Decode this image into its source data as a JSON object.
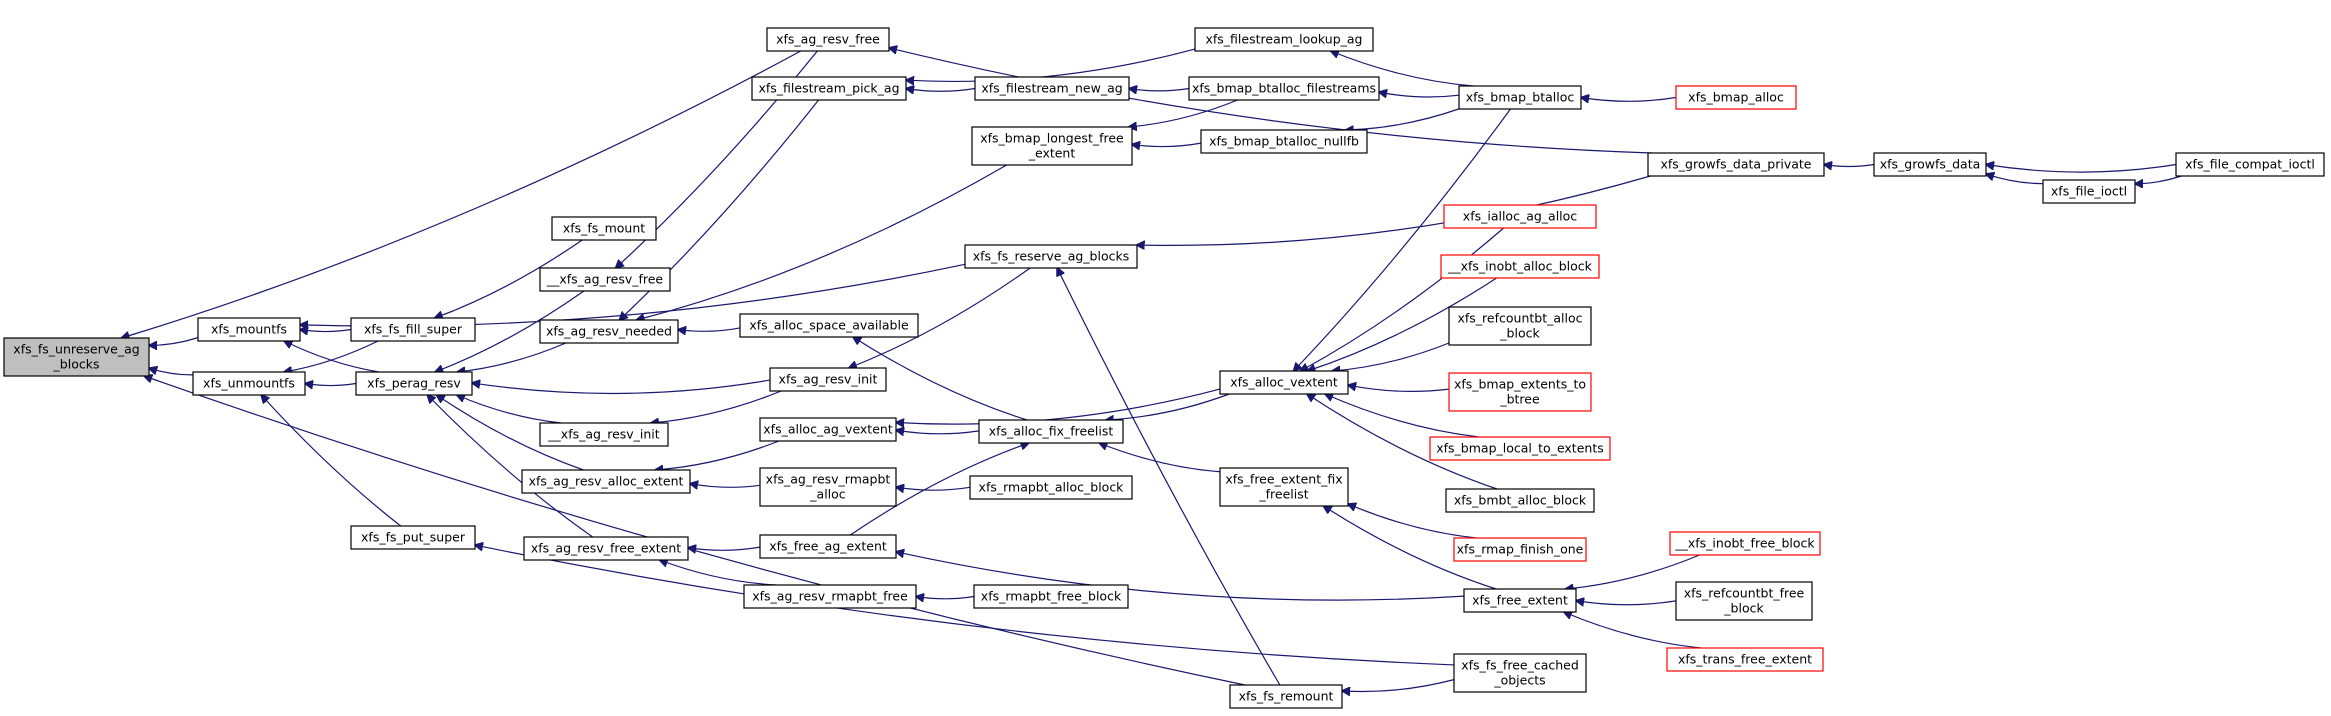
{
  "graph": {
    "edge_color": "#191970",
    "truncated_node_border_color": "#ff0000",
    "focus_node_fill": "#bfbfbf",
    "nodes": [
      {
        "id": "xfs_fs_unreserve_ag_blocks",
        "lines": [
          "xfs_fs_unreserve_ag",
          "_blocks"
        ],
        "focus": true
      },
      {
        "id": "xfs_mountfs",
        "lines": [
          "xfs_mountfs"
        ]
      },
      {
        "id": "xfs_unmountfs",
        "lines": [
          "xfs_unmountfs"
        ]
      },
      {
        "id": "xfs_fs_fill_super",
        "lines": [
          "xfs_fs_fill_super"
        ]
      },
      {
        "id": "xfs_perag_resv",
        "lines": [
          "xfs_perag_resv"
        ]
      },
      {
        "id": "xfs_fs_put_super",
        "lines": [
          "xfs_fs_put_super"
        ]
      },
      {
        "id": "xfs_fs_mount",
        "lines": [
          "xfs_fs_mount"
        ]
      },
      {
        "id": "__xfs_ag_resv_free",
        "lines": [
          "__xfs_ag_resv_free"
        ]
      },
      {
        "id": "xfs_ag_resv_needed",
        "lines": [
          "xfs_ag_resv_needed"
        ]
      },
      {
        "id": "__xfs_ag_resv_init",
        "lines": [
          "__xfs_ag_resv_init"
        ]
      },
      {
        "id": "xfs_ag_resv_alloc_extent",
        "lines": [
          "xfs_ag_resv_alloc_extent"
        ]
      },
      {
        "id": "xfs_ag_resv_free_extent",
        "lines": [
          "xfs_ag_resv_free_extent"
        ]
      },
      {
        "id": "xfs_ag_resv_free",
        "lines": [
          "xfs_ag_resv_free"
        ]
      },
      {
        "id": "xfs_filestream_pick_ag",
        "lines": [
          "xfs_filestream_pick_ag"
        ]
      },
      {
        "id": "xfs_alloc_space_available",
        "lines": [
          "xfs_alloc_space_available"
        ]
      },
      {
        "id": "xfs_ag_resv_init",
        "lines": [
          "xfs_ag_resv_init"
        ]
      },
      {
        "id": "xfs_alloc_ag_vextent",
        "lines": [
          "xfs_alloc_ag_vextent"
        ]
      },
      {
        "id": "xfs_ag_resv_rmapbt_alloc",
        "lines": [
          "xfs_ag_resv_rmapbt",
          "_alloc"
        ]
      },
      {
        "id": "xfs_free_ag_extent",
        "lines": [
          "xfs_free_ag_extent"
        ]
      },
      {
        "id": "xfs_ag_resv_rmapbt_free",
        "lines": [
          "xfs_ag_resv_rmapbt_free"
        ]
      },
      {
        "id": "xfs_fs_remount",
        "lines": [
          "xfs_fs_remount"
        ]
      },
      {
        "id": "xfs_filestream_new_ag",
        "lines": [
          "xfs_filestream_new_ag"
        ]
      },
      {
        "id": "xfs_bmap_longest_free_extent",
        "lines": [
          "xfs_bmap_longest_free",
          "_extent"
        ]
      },
      {
        "id": "xfs_fs_reserve_ag_blocks",
        "lines": [
          "xfs_fs_reserve_ag_blocks"
        ]
      },
      {
        "id": "xfs_alloc_fix_freelist",
        "lines": [
          "xfs_alloc_fix_freelist"
        ]
      },
      {
        "id": "xfs_rmapbt_alloc_block",
        "lines": [
          "xfs_rmapbt_alloc_block"
        ]
      },
      {
        "id": "xfs_rmapbt_free_block",
        "lines": [
          "xfs_rmapbt_free_block"
        ]
      },
      {
        "id": "xfs_filestream_lookup_ag",
        "lines": [
          "xfs_filestream_lookup_ag"
        ]
      },
      {
        "id": "xfs_bmap_btalloc_filestreams",
        "lines": [
          "xfs_bmap_btalloc_filestreams"
        ]
      },
      {
        "id": "xfs_bmap_btalloc_nullfb",
        "lines": [
          "xfs_bmap_btalloc_nullfb"
        ]
      },
      {
        "id": "xfs_alloc_vextent",
        "lines": [
          "xfs_alloc_vextent"
        ]
      },
      {
        "id": "xfs_free_extent_fix_freelist",
        "lines": [
          "xfs_free_extent_fix",
          "_freelist"
        ]
      },
      {
        "id": "xfs_bmap_btalloc",
        "lines": [
          "xfs_bmap_btalloc"
        ]
      },
      {
        "id": "xfs_ialloc_ag_alloc",
        "lines": [
          "xfs_ialloc_ag_alloc"
        ],
        "truncated": true
      },
      {
        "id": "__xfs_inobt_alloc_block",
        "lines": [
          "__xfs_inobt_alloc_block"
        ],
        "truncated": true
      },
      {
        "id": "xfs_refcountbt_alloc_block",
        "lines": [
          "xfs_refcountbt_alloc",
          "_block"
        ]
      },
      {
        "id": "xfs_bmap_extents_to_btree",
        "lines": [
          "xfs_bmap_extents_to",
          "_btree"
        ],
        "truncated": true
      },
      {
        "id": "xfs_bmap_local_to_extents",
        "lines": [
          "xfs_bmap_local_to_extents"
        ],
        "truncated": true
      },
      {
        "id": "xfs_bmbt_alloc_block",
        "lines": [
          "xfs_bmbt_alloc_block"
        ]
      },
      {
        "id": "xfs_rmap_finish_one",
        "lines": [
          "xfs_rmap_finish_one"
        ],
        "truncated": true
      },
      {
        "id": "xfs_free_extent",
        "lines": [
          "xfs_free_extent"
        ]
      },
      {
        "id": "xfs_fs_free_cached_objects",
        "lines": [
          "xfs_fs_free_cached",
          "_objects"
        ]
      },
      {
        "id": "xfs_growfs_data_private",
        "lines": [
          "xfs_growfs_data_private"
        ]
      },
      {
        "id": "xfs_bmap_alloc",
        "lines": [
          "xfs_bmap_alloc"
        ],
        "truncated": true
      },
      {
        "id": "__xfs_inobt_free_block",
        "lines": [
          "__xfs_inobt_free_block"
        ],
        "truncated": true
      },
      {
        "id": "xfs_refcountbt_free_block",
        "lines": [
          "xfs_refcountbt_free",
          "_block"
        ]
      },
      {
        "id": "xfs_trans_free_extent",
        "lines": [
          "xfs_trans_free_extent"
        ],
        "truncated": true
      },
      {
        "id": "xfs_growfs_data",
        "lines": [
          "xfs_growfs_data"
        ]
      },
      {
        "id": "xfs_file_ioctl",
        "lines": [
          "xfs_file_ioctl"
        ]
      },
      {
        "id": "xfs_file_compat_ioctl",
        "lines": [
          "xfs_file_compat_ioctl"
        ]
      }
    ],
    "edges": [
      {
        "from": "xfs_mountfs",
        "to": "xfs_fs_unreserve_ag_blocks"
      },
      {
        "from": "xfs_unmountfs",
        "to": "xfs_fs_unreserve_ag_blocks"
      },
      {
        "from": "xfs_ag_resv_free",
        "to": "xfs_fs_unreserve_ag_blocks"
      },
      {
        "from": "xfs_fs_remount",
        "to": "xfs_fs_unreserve_ag_blocks"
      },
      {
        "from": "xfs_fs_fill_super",
        "to": "xfs_mountfs"
      },
      {
        "from": "xfs_perag_resv",
        "to": "xfs_mountfs"
      },
      {
        "from": "xfs_fs_fill_super",
        "to": "xfs_unmountfs"
      },
      {
        "from": "xfs_perag_resv",
        "to": "xfs_unmountfs"
      },
      {
        "from": "xfs_fs_put_super",
        "to": "xfs_unmountfs"
      },
      {
        "from": "xfs_fs_mount",
        "to": "xfs_fs_fill_super"
      },
      {
        "from": "__xfs_ag_resv_free",
        "to": "xfs_perag_resv"
      },
      {
        "from": "xfs_ag_resv_needed",
        "to": "xfs_perag_resv"
      },
      {
        "from": "xfs_ag_resv_init",
        "to": "xfs_perag_resv"
      },
      {
        "from": "__xfs_ag_resv_init",
        "to": "xfs_perag_resv"
      },
      {
        "from": "xfs_ag_resv_alloc_extent",
        "to": "xfs_perag_resv"
      },
      {
        "from": "xfs_ag_resv_free_extent",
        "to": "xfs_perag_resv"
      },
      {
        "from": "xfs_ag_resv_free",
        "to": "__xfs_ag_resv_free"
      },
      {
        "from": "xfs_fs_reserve_ag_blocks",
        "to": "xfs_mountfs"
      },
      {
        "from": "xfs_filestream_pick_ag",
        "to": "xfs_ag_resv_needed"
      },
      {
        "from": "xfs_alloc_space_available",
        "to": "xfs_ag_resv_needed"
      },
      {
        "from": "xfs_bmap_longest_free_extent",
        "to": "xfs_ag_resv_needed"
      },
      {
        "from": "xfs_fs_reserve_ag_blocks",
        "to": "xfs_ag_resv_init"
      },
      {
        "from": "xfs_ag_resv_init",
        "to": "__xfs_ag_resv_init"
      },
      {
        "from": "xfs_alloc_ag_vextent",
        "to": "xfs_ag_resv_alloc_extent"
      },
      {
        "from": "xfs_ag_resv_rmapbt_alloc",
        "to": "xfs_ag_resv_alloc_extent"
      },
      {
        "from": "xfs_free_ag_extent",
        "to": "xfs_ag_resv_free_extent"
      },
      {
        "from": "xfs_ag_resv_rmapbt_free",
        "to": "xfs_ag_resv_free_extent"
      },
      {
        "from": "xfs_growfs_data_private",
        "to": "xfs_ag_resv_free"
      },
      {
        "from": "xfs_filestream_lookup_ag",
        "to": "xfs_filestream_pick_ag"
      },
      {
        "from": "xfs_filestream_new_ag",
        "to": "xfs_filestream_pick_ag"
      },
      {
        "from": "xfs_alloc_fix_freelist",
        "to": "xfs_alloc_space_available"
      },
      {
        "from": "xfs_alloc_fix_freelist",
        "to": "xfs_alloc_ag_vextent"
      },
      {
        "from": "xfs_alloc_vextent",
        "to": "xfs_alloc_ag_vextent"
      },
      {
        "from": "xfs_rmapbt_alloc_block",
        "to": "xfs_ag_resv_rmapbt_alloc"
      },
      {
        "from": "xfs_free_extent",
        "to": "xfs_free_ag_extent"
      },
      {
        "from": "xfs_free_ag_extent",
        "to": "xfs_alloc_fix_freelist"
      },
      {
        "from": "xfs_rmapbt_free_block",
        "to": "xfs_ag_resv_rmapbt_free"
      },
      {
        "from": "xfs_fs_free_cached_objects",
        "to": "xfs_fs_put_super"
      },
      {
        "from": "xfs_fs_free_cached_objects",
        "to": "xfs_fs_remount"
      },
      {
        "from": "xfs_fs_remount",
        "to": "xfs_fs_reserve_ag_blocks"
      },
      {
        "from": "xfs_growfs_data_private",
        "to": "xfs_fs_reserve_ag_blocks"
      },
      {
        "from": "xfs_bmap_btalloc_filestreams",
        "to": "xfs_filestream_new_ag"
      },
      {
        "from": "xfs_bmap_btalloc_filestreams",
        "to": "xfs_bmap_longest_free_extent"
      },
      {
        "from": "xfs_bmap_btalloc_nullfb",
        "to": "xfs_bmap_longest_free_extent"
      },
      {
        "from": "xfs_alloc_vextent",
        "to": "xfs_alloc_fix_freelist"
      },
      {
        "from": "xfs_free_extent_fix_freelist",
        "to": "xfs_alloc_fix_freelist"
      },
      {
        "from": "xfs_bmap_btalloc",
        "to": "xfs_filestream_lookup_ag"
      },
      {
        "from": "xfs_bmap_btalloc",
        "to": "xfs_bmap_btalloc_filestreams"
      },
      {
        "from": "xfs_bmap_btalloc",
        "to": "xfs_bmap_btalloc_nullfb"
      },
      {
        "from": "xfs_bmap_btalloc",
        "to": "xfs_alloc_vextent"
      },
      {
        "from": "xfs_ialloc_ag_alloc",
        "to": "xfs_alloc_vextent"
      },
      {
        "from": "__xfs_inobt_alloc_block",
        "to": "xfs_alloc_vextent"
      },
      {
        "from": "xfs_refcountbt_alloc_block",
        "to": "xfs_alloc_vextent"
      },
      {
        "from": "xfs_bmap_extents_to_btree",
        "to": "xfs_alloc_vextent"
      },
      {
        "from": "xfs_bmap_local_to_extents",
        "to": "xfs_alloc_vextent"
      },
      {
        "from": "xfs_bmbt_alloc_block",
        "to": "xfs_alloc_vextent"
      },
      {
        "from": "xfs_rmap_finish_one",
        "to": "xfs_free_extent_fix_freelist"
      },
      {
        "from": "xfs_free_extent",
        "to": "xfs_free_extent_fix_freelist"
      },
      {
        "from": "xfs_bmap_alloc",
        "to": "xfs_bmap_btalloc"
      },
      {
        "from": "__xfs_inobt_free_block",
        "to": "xfs_free_extent"
      },
      {
        "from": "xfs_refcountbt_free_block",
        "to": "xfs_free_extent"
      },
      {
        "from": "xfs_trans_free_extent",
        "to": "xfs_free_extent"
      },
      {
        "from": "xfs_growfs_data",
        "to": "xfs_growfs_data_private"
      },
      {
        "from": "xfs_file_ioctl",
        "to": "xfs_growfs_data"
      },
      {
        "from": "xfs_file_compat_ioctl",
        "to": "xfs_growfs_data"
      },
      {
        "from": "xfs_file_compat_ioctl",
        "to": "xfs_file_ioctl"
      }
    ]
  }
}
